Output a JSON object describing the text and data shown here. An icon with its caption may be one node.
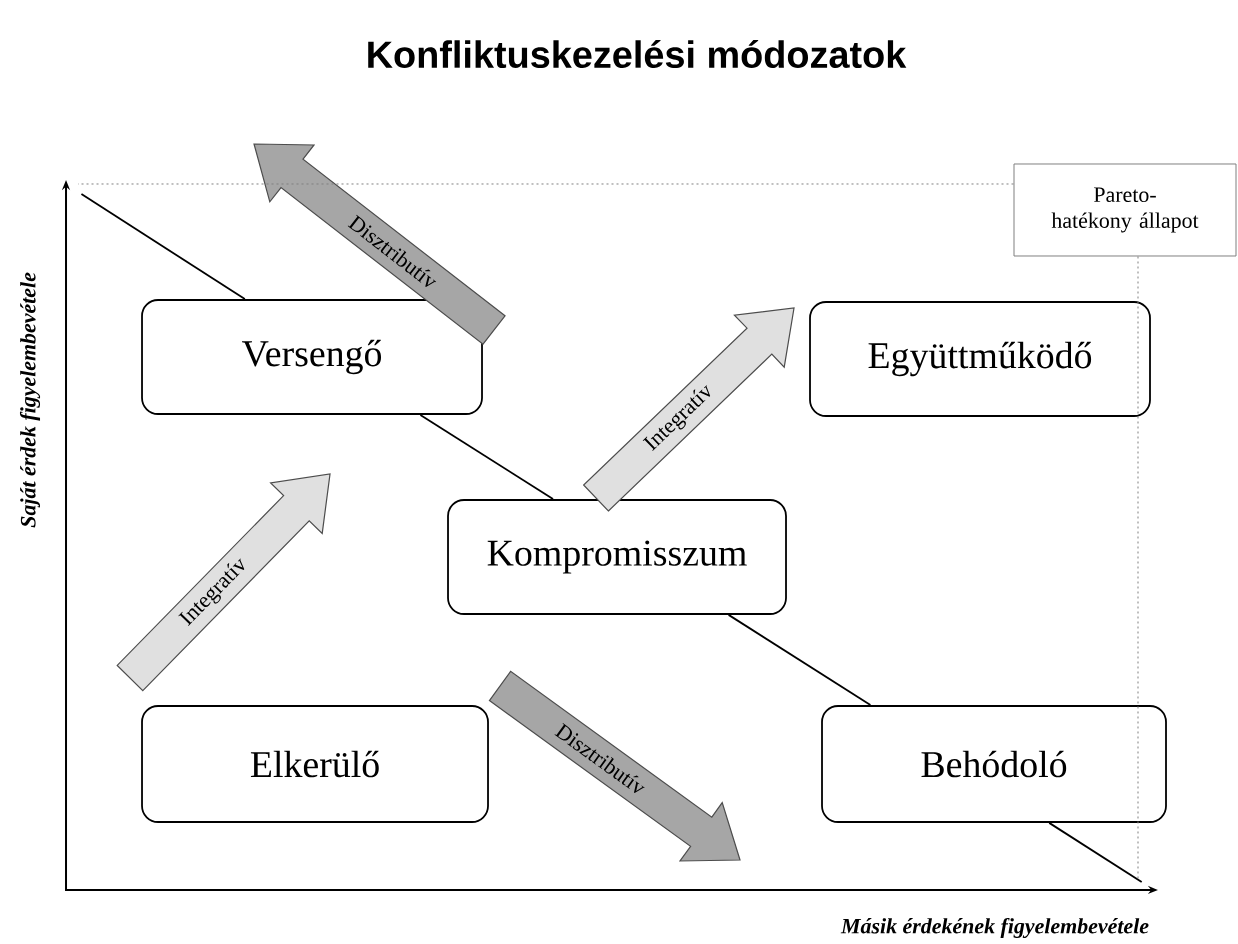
{
  "diagram": {
    "title": "Konfliktuskezelési módozatok",
    "nodes": [
      {
        "text": [
          "Versengő"
        ]
      },
      {
        "text": [
          "Együttműködő"
        ]
      },
      {
        "text": [
          "Kompromisszum"
        ]
      },
      {
        "text": [
          "Elkerülő"
        ]
      },
      {
        "text": [
          "Behódoló"
        ]
      },
      {
        "text": [
          "Pareto-hatékony állapot"
        ]
      }
    ],
    "edges": [
      {
        "from": 0,
        "to": null,
        "arrow": "to",
        "label": "Disztributív",
        "style": "thick",
        "color": "#a6a6a6"
      },
      {
        "from": 3,
        "to": 0,
        "arrow": "to",
        "label": "Integratív",
        "style": "thick",
        "color": "#e0e0e0"
      },
      {
        "from": 2,
        "to": 1,
        "arrow": "to",
        "label": "Integratív",
        "style": "thick",
        "color": "#e0e0e0"
      },
      {
        "from": 3,
        "to": null,
        "arrow": "to",
        "label": "Disztributív",
        "style": "thick",
        "color": "#a6a6a6"
      },
      {
        "from": null,
        "to": 0,
        "arrow": "none"
      },
      {
        "from": 0,
        "to": 2,
        "arrow": "none"
      },
      {
        "from": 2,
        "to": 4,
        "arrow": "none"
      },
      {
        "from": 4,
        "to": null,
        "arrow": "none"
      },
      {
        "from": 5,
        "to": null,
        "arrow": "none",
        "style": "dashed",
        "color": "#808080"
      },
      {
        "from": 5,
        "to": null,
        "arrow": "none",
        "style": "dashed",
        "color": "#808080"
      }
    ],
    "labels": [
      "Saját érdek figyelembevétele",
      "Másik érdekének figyelembevétele"
    ]
  }
}
